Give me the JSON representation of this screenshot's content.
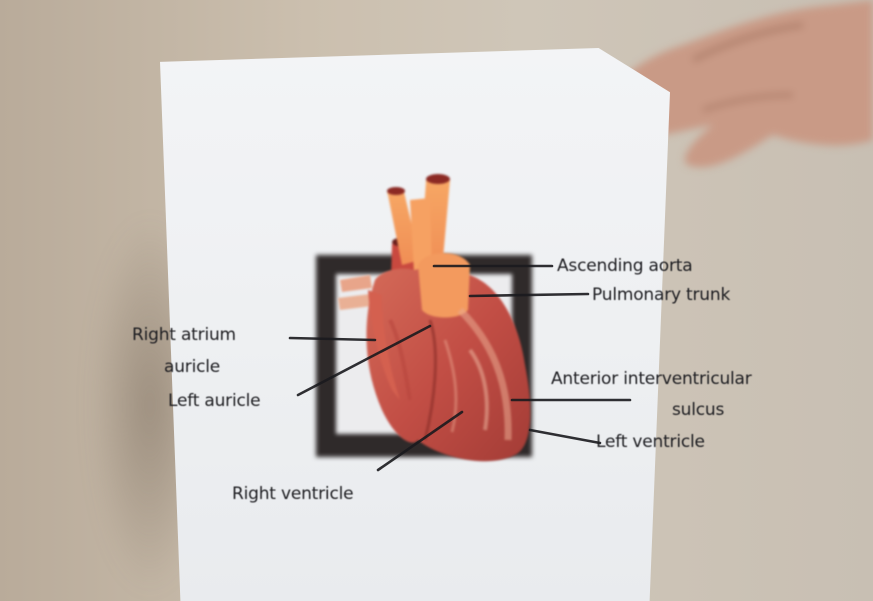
{
  "labels": {
    "ascending_aorta": "Ascending aorta",
    "pulmonary_trunk": "Pulmonary trunk",
    "right_atrium_line1": "Right atrium",
    "right_atrium_line2": "auricle",
    "left_auricle": "Left auricle",
    "anterior_line1": "Anterior interventricular",
    "anterior_line2": "sulcus",
    "left_ventricle": "Left ventricle",
    "right_ventricle": "Right ventricle"
  },
  "colors": {
    "heart_main": "#c8544a",
    "heart_dark": "#9e3a33",
    "aorta": "#f4a060",
    "label_text": "#1e1e22",
    "leader_line": "#1a1a1e",
    "marker": "#2f2a2a"
  }
}
